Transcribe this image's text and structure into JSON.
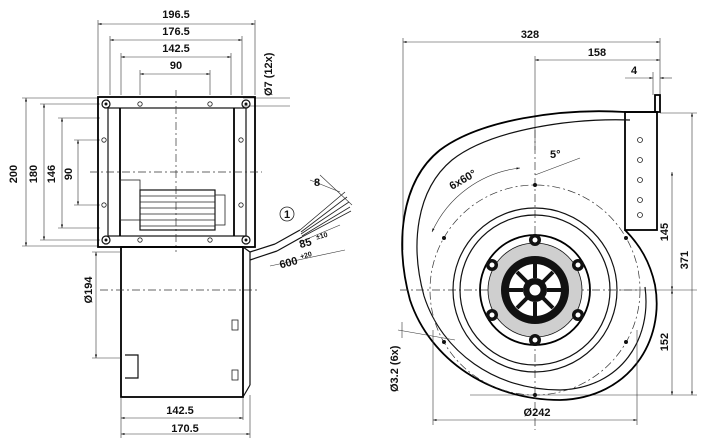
{
  "side_view": {
    "dims": {
      "w196": "196.5",
      "w176": "176.5",
      "w142_top": "142.5",
      "w90_top": "90",
      "hole_dia": "Ø7 (12x)",
      "h200": "200",
      "h180": "180",
      "h146": "146",
      "h90": "90",
      "cable_w": "8",
      "callout": "1",
      "strip_len": "85",
      "strip_tol": "±10",
      "cable_len": "600",
      "cable_tol": "+20",
      "inlet_dia": "Ø194",
      "w142_bot": "142.5",
      "w170": "170.5"
    }
  },
  "front_view": {
    "dims": {
      "w328": "328",
      "w158": "158",
      "w4": "4",
      "angle_5": "5°",
      "holes_angle": "6x60°",
      "h145": "145",
      "h371": "371",
      "h152": "152",
      "hole_small": "Ø3.2 (6x)",
      "dia242": "Ø242"
    }
  }
}
